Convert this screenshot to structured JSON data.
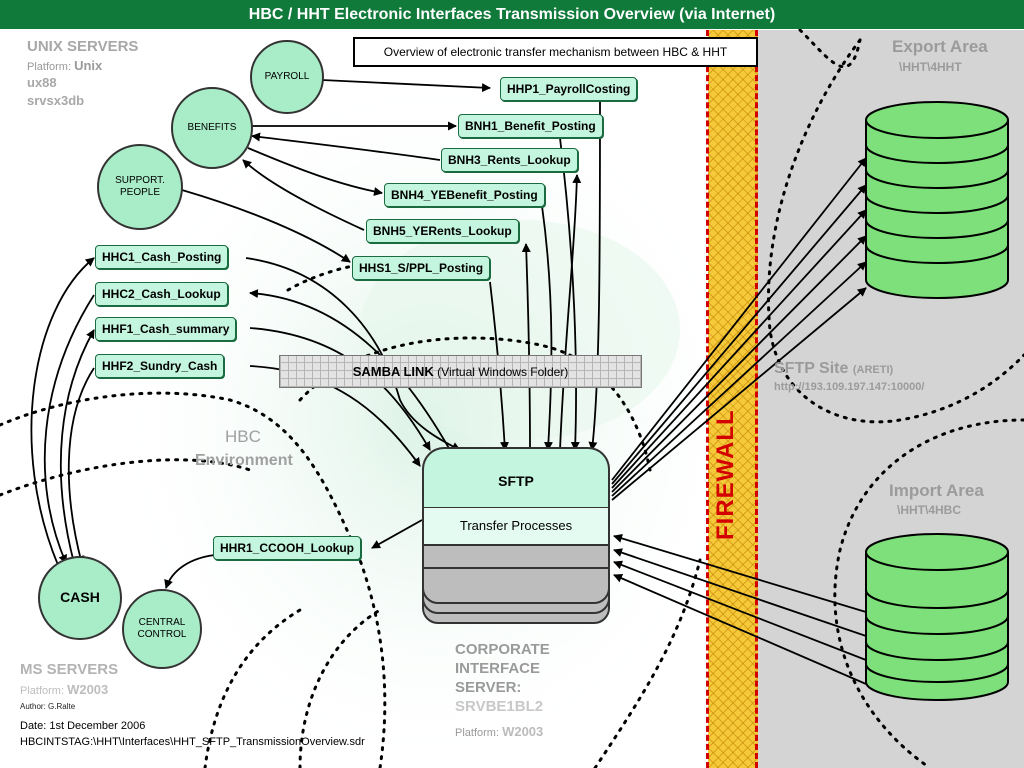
{
  "header": {
    "title": "HBC / HHT Electronic Interfaces Transmission Overview (via Internet)",
    "subtitle": "Overview of electronic transfer mechanism between HBC & HHT"
  },
  "unix_servers": {
    "heading": "UNIX SERVERS",
    "platform_label": "Platform:",
    "platform": "Unix",
    "hosts": [
      "ux88",
      "srvsx3db"
    ]
  },
  "circles": {
    "payroll": "PAYROLL",
    "benefits": "BENEFITS",
    "support_people": "SUPPORT.\nPEOPLE",
    "cash": "CASH",
    "central_control": "CENTRAL\nCONTROL"
  },
  "interfaces": {
    "hhp1": "HHP1_PayrollCosting",
    "bnh1": "BNH1_Benefit_Posting",
    "bnh3": "BNH3_Rents_Lookup",
    "bnh4": "BNH4_YEBenefit_Posting",
    "bnh5": "BNH5_YERents_Lookup",
    "hhs1": "HHS1_S/PPL_Posting",
    "hhc1": "HHC1_Cash_Posting",
    "hhc2": "HHC2_Cash_Lookup",
    "hhf1": "HHF1_Cash_summary",
    "hhf2": "HHF2_Sundry_Cash",
    "hhr1": "HHR1_CCOOH_Lookup"
  },
  "samba": {
    "title": "SAMBA LINK",
    "note": "(Virtual Windows Folder)"
  },
  "hbc_env": {
    "line1": "HBC",
    "line2": "Environment"
  },
  "sftp_server": {
    "label": "SFTP",
    "processes": "Transfer Processes",
    "caption_lines": [
      "CORPORATE",
      "INTERFACE",
      "SERVER:"
    ],
    "server_name": "SRVBE1BL2",
    "platform_label": "Platform:",
    "platform": "W2003"
  },
  "ms_servers": {
    "heading": "MS SERVERS",
    "platform_label": "Platform:",
    "platform": "W2003",
    "author": "Author: G.Ralte"
  },
  "footer": {
    "date": "Date: 1st December 2006",
    "path": "HBCINTSTAG:\\HHT\\Interfaces\\HHT_SFTP_TransmissionOverview.sdr"
  },
  "firewall": "FIREWALL",
  "export_area": {
    "title": "Export Area",
    "path": "\\HHT\\4HHT"
  },
  "import_area": {
    "title": "Import Area",
    "path": "\\HHT\\4HBC"
  },
  "sftp_site": {
    "title": "SFTP Site",
    "org": "(ARETI)",
    "url": "http://193.109.197.147:10000/"
  },
  "colors": {
    "title_bar": "#0f7a3a",
    "node_fill": "#c4f5df",
    "circle_fill": "#a9ecc8",
    "firewall_fill": "#f6c93a",
    "firewall_dash": "#d20000",
    "remote_area": "#d4d4d4"
  }
}
